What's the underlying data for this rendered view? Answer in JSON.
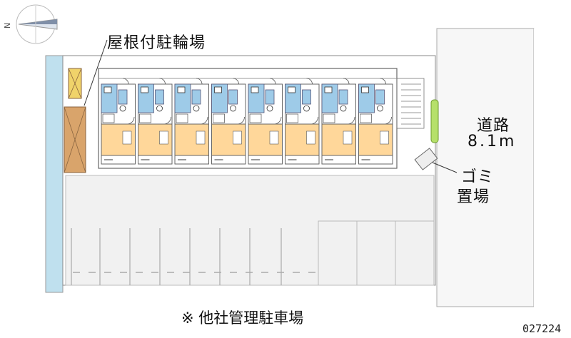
{
  "labels": {
    "road_name": "道路",
    "road_width": "8.1m",
    "bike_parking": "屋根付駐輪場",
    "garbage_line1": "ゴミ",
    "garbage_line2": "置場",
    "parking_note": "※ 他社管理駐車場",
    "property_code": "027224"
  },
  "compass": {
    "north_mark": "N"
  },
  "units": {
    "count": 8
  },
  "colors": {
    "water_channel": "#bfe0ee",
    "wet_area": "#9ecbe8",
    "living_room": "#ffd79a",
    "bike_shed": "#d9a46b",
    "bike_rack": "#f0d36a",
    "planting": "#b6e06a",
    "parking_lot": "#f1f1f1",
    "lines": "#555555"
  },
  "icons": [
    "compass-icon"
  ]
}
